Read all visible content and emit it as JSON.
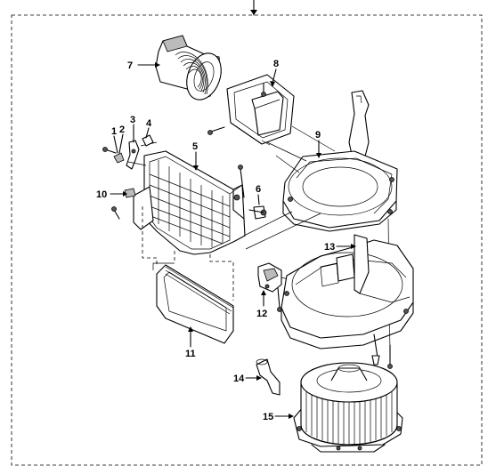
{
  "diagram": {
    "callouts": [
      {
        "id": "callout-1",
        "text": "1"
      },
      {
        "id": "callout-2",
        "text": "2"
      },
      {
        "id": "callout-3",
        "text": "3"
      },
      {
        "id": "callout-4",
        "text": "4"
      },
      {
        "id": "callout-5",
        "text": "5"
      },
      {
        "id": "callout-6",
        "text": "6"
      },
      {
        "id": "callout-7",
        "text": "7"
      },
      {
        "id": "callout-8",
        "text": "8"
      },
      {
        "id": "callout-9",
        "text": "9"
      },
      {
        "id": "callout-10",
        "text": "10"
      },
      {
        "id": "callout-11",
        "text": "11"
      },
      {
        "id": "callout-12",
        "text": "12"
      },
      {
        "id": "callout-13",
        "text": "13"
      },
      {
        "id": "callout-14",
        "text": "14"
      },
      {
        "id": "callout-15",
        "text": "15"
      }
    ],
    "line_color": "#000000",
    "background": "#ffffff"
  }
}
